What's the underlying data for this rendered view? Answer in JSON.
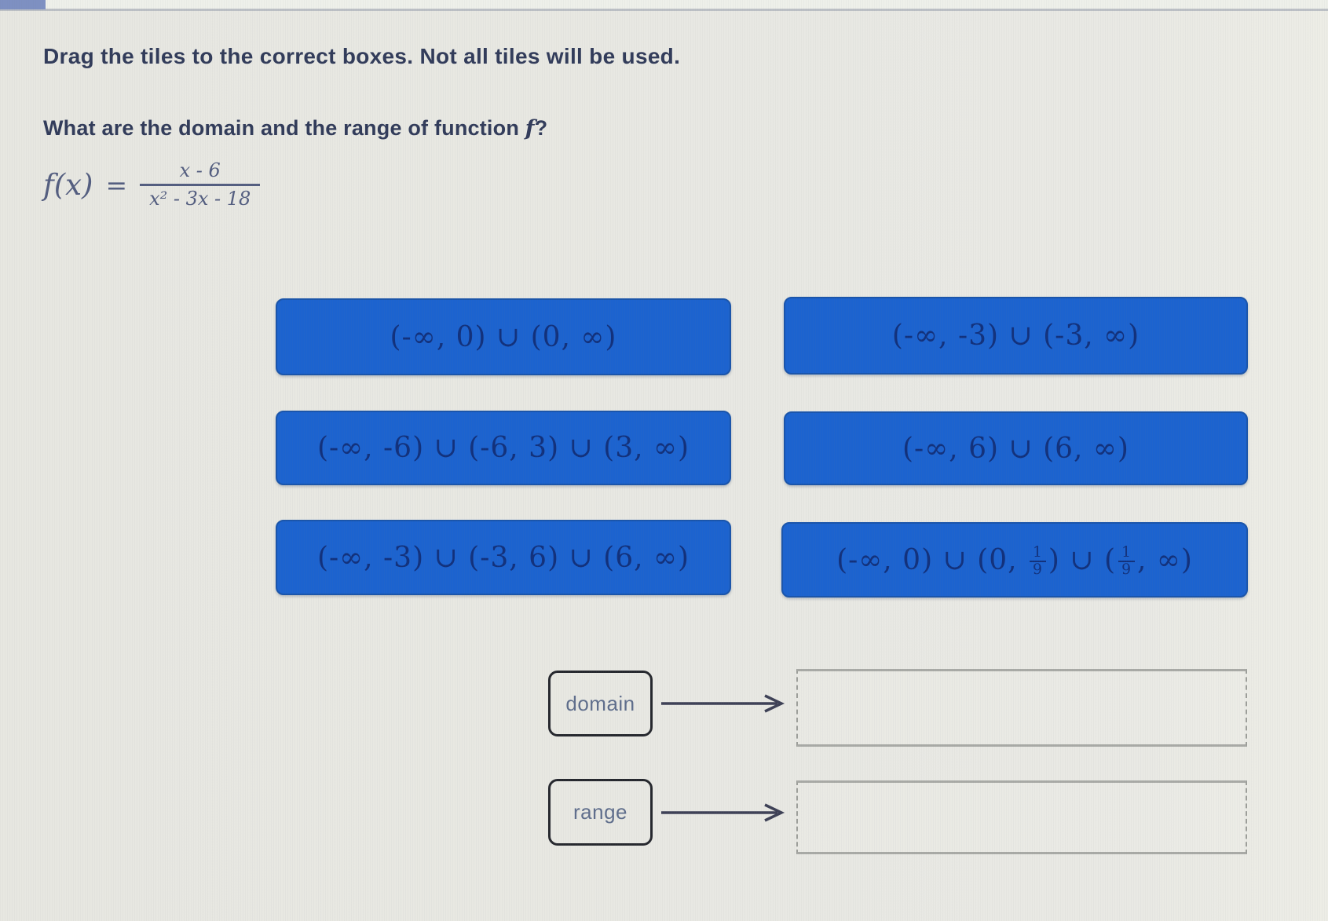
{
  "colors": {
    "page_bg": "#e9e9e4",
    "heading_text": "#323c5a",
    "formula_text": "#545e80",
    "tile_bg": "#1c63cf",
    "tile_border": "#1a55ab",
    "tile_text": "#12317c",
    "label_text": "#5f6e8c",
    "label_border": "#26282e",
    "arrow": "#3e4156",
    "dashed_border": "#9d9f9a"
  },
  "header": {
    "instruction": "Drag the tiles to the correct boxes. Not all tiles will be used.",
    "question_prefix": "What are the domain and the range of function ",
    "question_func": "f",
    "question_suffix": "?"
  },
  "formula": {
    "function_name": "f(x)",
    "equals_sign": "=",
    "numerator": "x - 6",
    "denominator": "x² - 3x - 18"
  },
  "tiles": [
    {
      "label": "(-∞, 0) ∪ (0, ∞)"
    },
    {
      "label": "(-∞, -3) ∪ (-3, ∞)"
    },
    {
      "label": "(-∞, -6) ∪ (-6, 3) ∪ (3, ∞)"
    },
    {
      "label": "(-∞, 6) ∪ (6, ∞)"
    },
    {
      "label": "(-∞, -3) ∪ (-3, 6) ∪ (6, ∞)"
    },
    {
      "parts": {
        "seg1": "(-∞, 0) ∪ (0, ",
        "frac1_num": "1",
        "frac1_den": "9",
        "seg2": ") ∪ (",
        "frac2_num": "1",
        "frac2_den": "9",
        "seg3": ", ∞)"
      }
    }
  ],
  "drop_rows": [
    {
      "label": "domain"
    },
    {
      "label": "range"
    }
  ]
}
